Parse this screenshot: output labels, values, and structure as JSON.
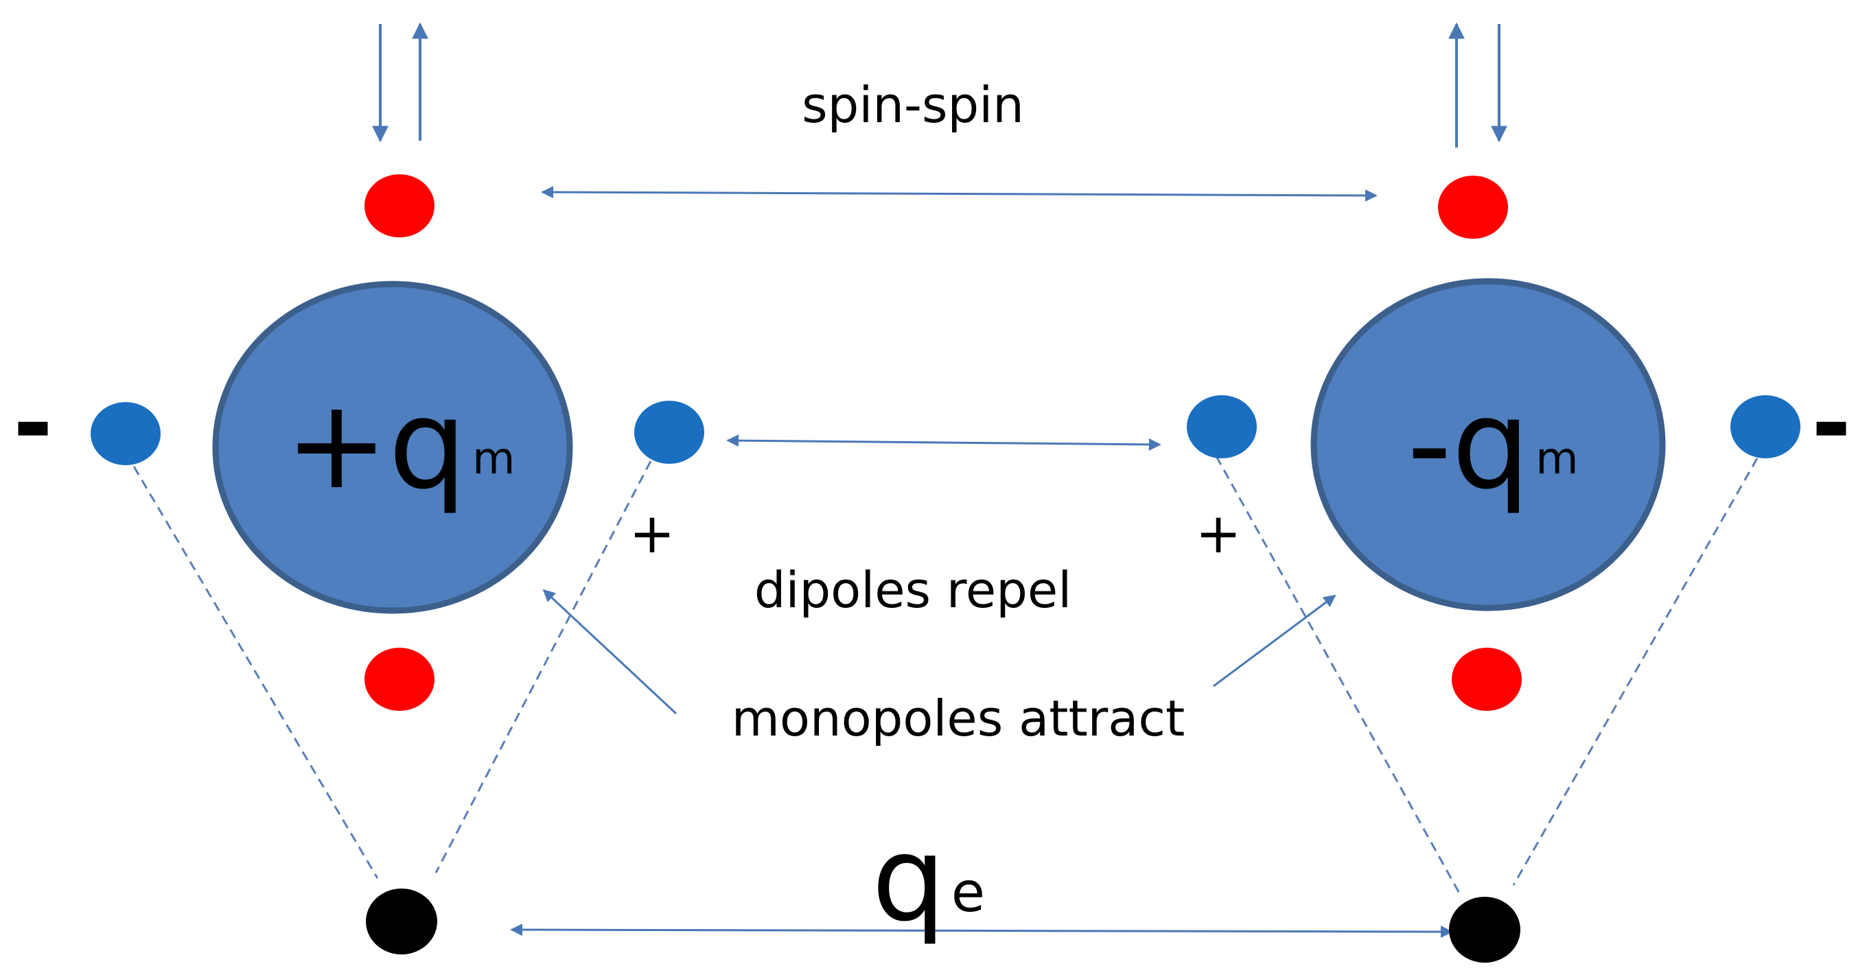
{
  "colors": {
    "background": "#ffffff",
    "nucleus_fill": "#4f7fbe",
    "nucleus_stroke": "#3c5f8c",
    "blue_particle": "#1a6fc0",
    "red_particle": "#ff0000",
    "black_particle": "#000000",
    "arrow": "#4a78b6",
    "dashed_line": "#5a7fb5",
    "text": "#000000"
  },
  "labels": {
    "spin_spin": "spin-spin",
    "dipoles_repel": "dipoles repel",
    "monopoles_attract": "monopoles attract",
    "left_charge_main": "+q",
    "left_charge_sub": "m",
    "right_charge_main": "-q",
    "right_charge_sub": "m",
    "electric_charge_main": "q",
    "electric_charge_sub": "e",
    "left_outer_sign": "-",
    "left_inner_sign": "+",
    "right_inner_sign": "+",
    "right_outer_sign": "-"
  }
}
